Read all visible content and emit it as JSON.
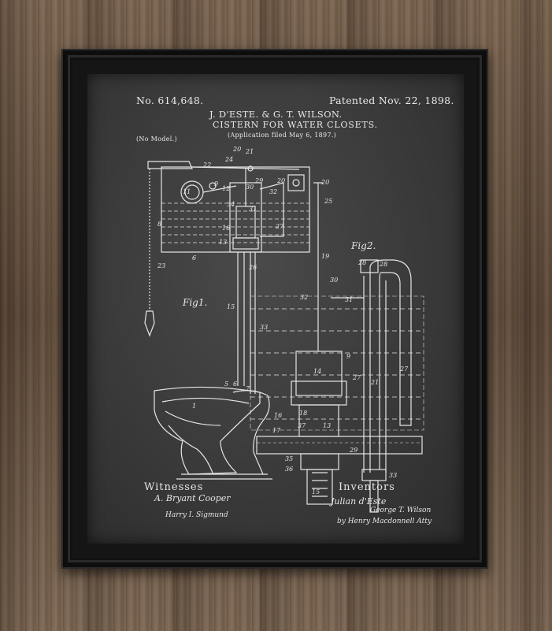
{
  "patent": {
    "number": "No. 614,648.",
    "date": "Patented Nov. 22, 1898.",
    "inventors_names": "J. D'ESTE. & G. T. WILSON.",
    "title": "CISTERN FOR WATER CLOSETS.",
    "application": "(Application filed May 6, 1897.)",
    "model": "(No Model.)"
  },
  "figures": {
    "fig1": "Fig1.",
    "fig2": "Fig2."
  },
  "labels": {
    "witnesses": "Witnesses",
    "inventors": "Inventors"
  },
  "signatures": {
    "witness_1": "A. Bryant Cooper",
    "witness_2": "Harry I. Sigmund",
    "inventor_1": "Julian d'Este",
    "inventor_2": "George T. Wilson",
    "attorney": "by Henry Macdonnell Atty"
  },
  "callouts": [
    "20",
    "21",
    "24",
    "22",
    "11",
    "9",
    "12",
    "30",
    "29",
    "20",
    "32",
    "20",
    "8",
    "34",
    "31",
    "16",
    "27",
    "13",
    "26",
    "6",
    "23",
    "25",
    "15",
    "19",
    "28",
    "30",
    "33",
    "32",
    "31",
    "14",
    "9",
    "27",
    "28",
    "21",
    "27",
    "5",
    "6",
    "7",
    "1",
    "16",
    "17",
    "18",
    "37",
    "13",
    "35",
    "36",
    "15",
    "29",
    "33"
  ],
  "colors": {
    "chalk": "#e8e8e8",
    "board": "#3a3a3a",
    "frame": "#151515",
    "wood": "#6d5846"
  }
}
